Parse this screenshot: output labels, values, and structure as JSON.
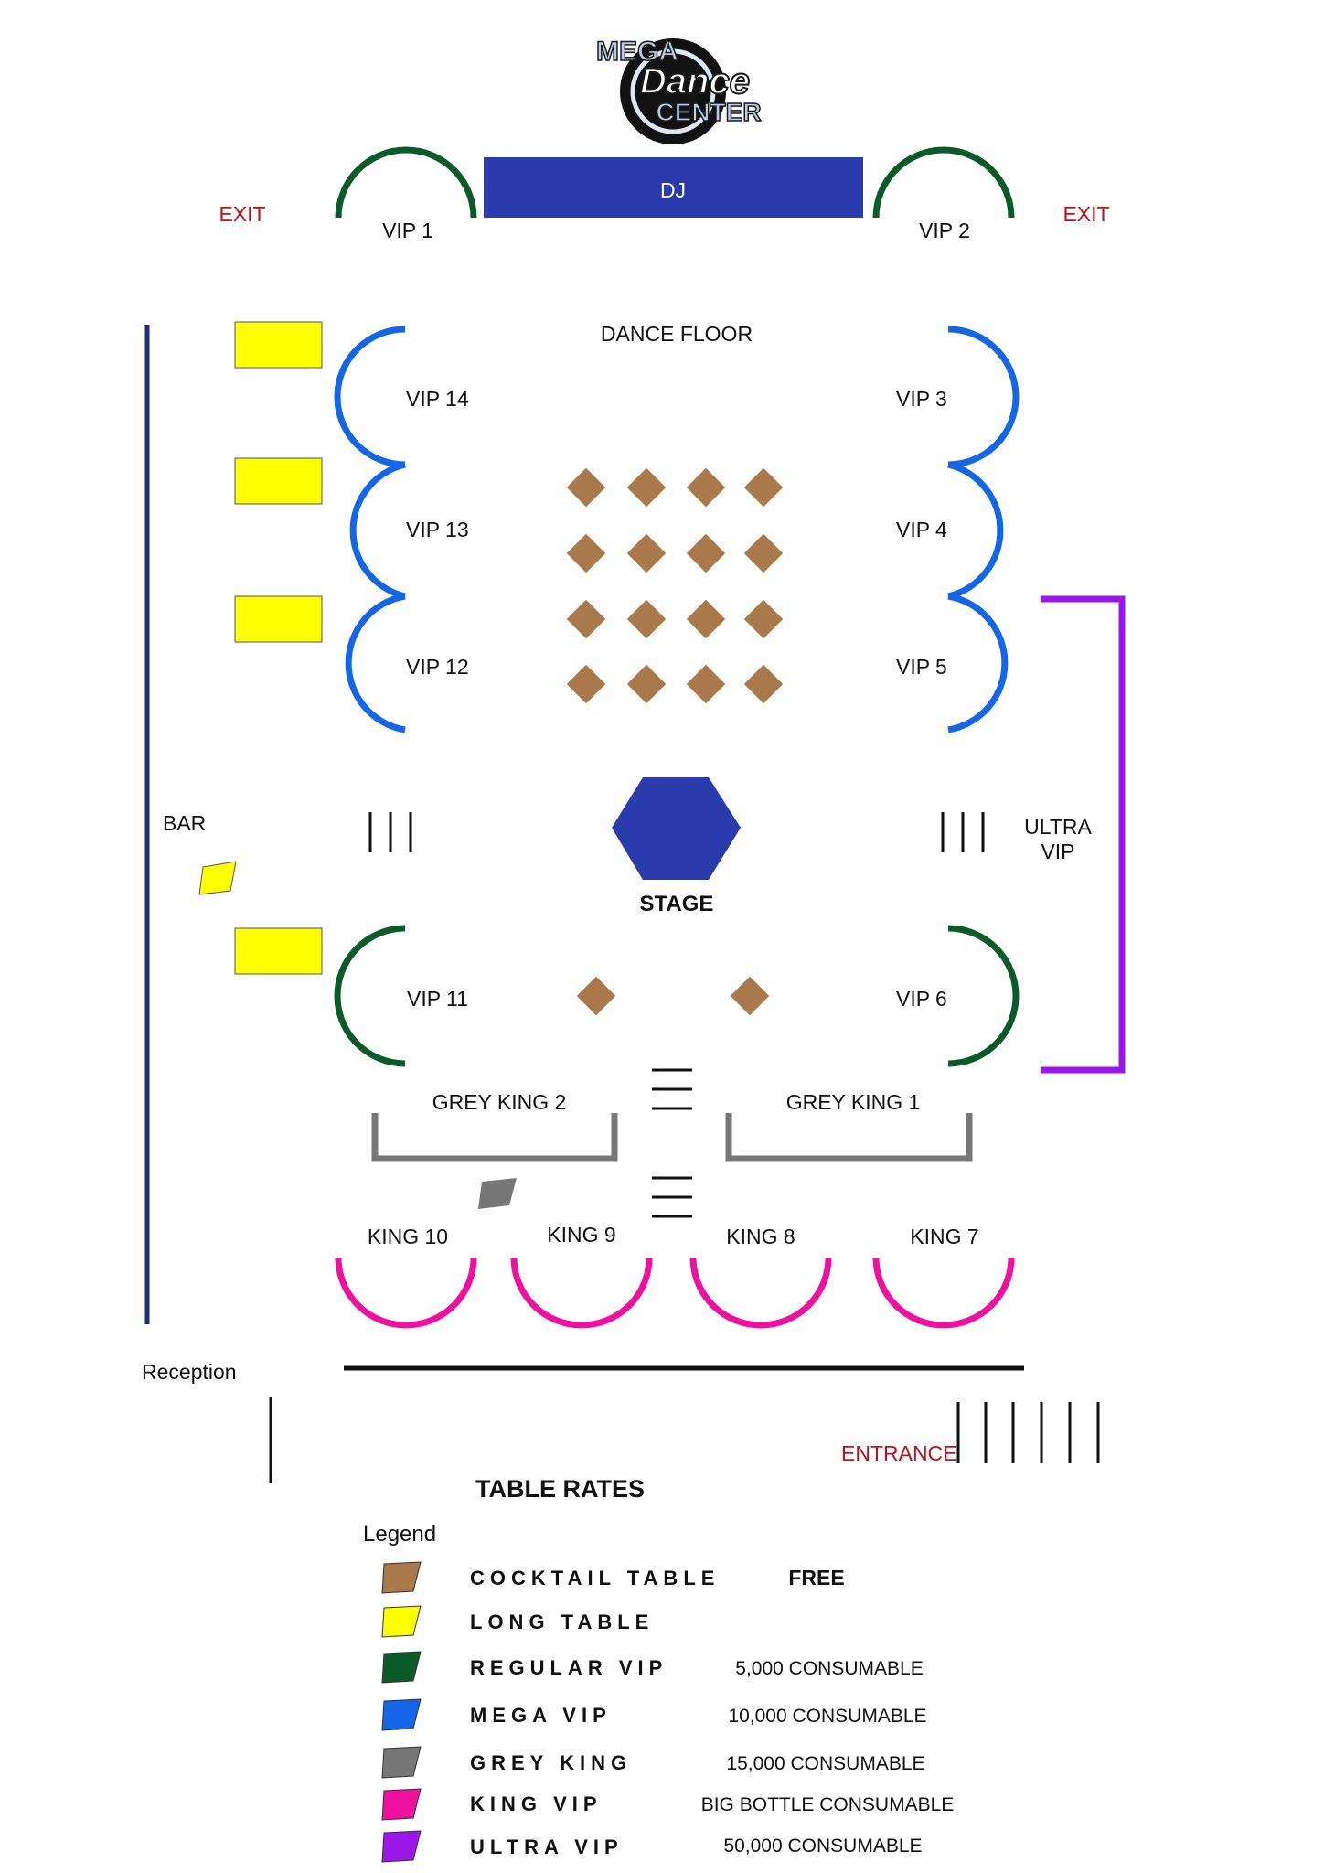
{
  "logo": {
    "line1": "MEGA",
    "line2": "Dance",
    "line3": "CENTER"
  },
  "stage_area": {
    "dj": "DJ",
    "exit_left": "EXIT",
    "exit_right": "EXIT",
    "vip1": "VIP 1",
    "vip2": "VIP 2"
  },
  "floor": {
    "dance_floor": "DANCE FLOOR",
    "stage": "STAGE",
    "bar": "BAR",
    "ultra_vip_line1": "ULTRA",
    "ultra_vip_line2": "VIP",
    "reception": "Reception",
    "entrance": "ENTRANCE"
  },
  "left_booths": [
    "VIP 14",
    "VIP 13",
    "VIP 12"
  ],
  "right_booths": [
    "VIP 3",
    "VIP 4",
    "VIP 5"
  ],
  "regular_booths": {
    "left": "VIP 11",
    "right": "VIP 6"
  },
  "grey_kings": {
    "left": "GREY KING 2",
    "right": "GREY KING 1"
  },
  "kings": [
    "KING 10",
    "KING 9",
    "KING 8",
    "KING 7"
  ],
  "table_rates": {
    "title": "TABLE RATES",
    "legend_label": "Legend",
    "items": [
      {
        "name": "COCKTAIL TABLE",
        "rate": "FREE",
        "color": "#a9784b"
      },
      {
        "name": "LONG TABLE",
        "rate": "",
        "color": "#ffff00"
      },
      {
        "name": "REGULAR VIP",
        "rate": "5,000 CONSUMABLE",
        "color": "#0b5a2a"
      },
      {
        "name": "MEGA VIP",
        "rate": "10,000 CONSUMABLE",
        "color": "#1466e6"
      },
      {
        "name": "GREY KING",
        "rate": "15,000 CONSUMABLE",
        "color": "#777777"
      },
      {
        "name": "KING VIP",
        "rate": "BIG BOTTLE CONSUMABLE",
        "color": "#ee11a0"
      },
      {
        "name": "ULTRA VIP",
        "rate": "50,000 CONSUMABLE",
        "color": "#9b16e8"
      }
    ]
  },
  "colors": {
    "dj_booth": "#2a3bab",
    "stage": "#2a3bab",
    "bar_line": "#1f2f7a",
    "regular_vip": "#0b5a2a",
    "mega_vip": "#1466e6",
    "grey_king": "#777777",
    "king_vip": "#ee11a0",
    "ultra_vip": "#9b16e8",
    "cocktail": "#a9784b",
    "long_table": "#ffff00"
  }
}
